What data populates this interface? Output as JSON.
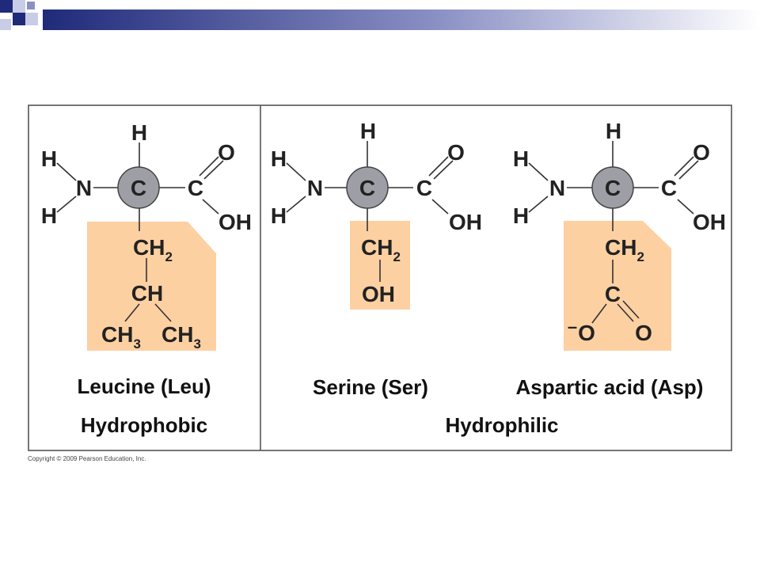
{
  "colors": {
    "side_chain_fill": "#fdd0a2",
    "carbon_ball": "#9e9ea6",
    "frame_stroke": "#555555",
    "banner_dark": "#1f2a7a",
    "banner_light": "#c9cce6"
  },
  "molecules": {
    "leucine": {
      "caption": "Leucine (Leu)",
      "atoms": {
        "h_top": "H",
        "h_left_upper": "H",
        "n": "N",
        "h_left_lower": "H",
        "c_alpha": "C",
        "c_carboxyl": "C",
        "o_double": "O",
        "oh": "OH",
        "ch2": "CH",
        "ch2_sub": "2",
        "ch": "CH",
        "ch3_left": "CH",
        "ch3_left_sub": "3",
        "ch3_right": "CH",
        "ch3_right_sub": "3"
      }
    },
    "serine": {
      "caption": "Serine (Ser)",
      "atoms": {
        "h_top": "H",
        "h_left_upper": "H",
        "n": "N",
        "h_left_lower": "H",
        "c_alpha": "C",
        "c_carboxyl": "C",
        "o_double": "O",
        "oh": "OH",
        "ch2": "CH",
        "ch2_sub": "2",
        "side_oh": "OH"
      }
    },
    "aspartic_acid": {
      "caption": "Aspartic acid (Asp)",
      "atoms": {
        "h_top": "H",
        "h_left_upper": "H",
        "n": "N",
        "h_left_lower": "H",
        "c_alpha": "C",
        "c_carboxyl": "C",
        "o_double": "O",
        "oh": "OH",
        "ch2": "CH",
        "ch2_sub": "2",
        "side_c": "C",
        "o_minus_charge": "–",
        "o_minus": "O",
        "o_side_double": "O"
      }
    }
  },
  "groups": {
    "hydrophobic": "Hydrophobic",
    "hydrophilic": "Hydrophilic"
  },
  "copyright": "Copyright © 2009 Pearson Education, Inc."
}
